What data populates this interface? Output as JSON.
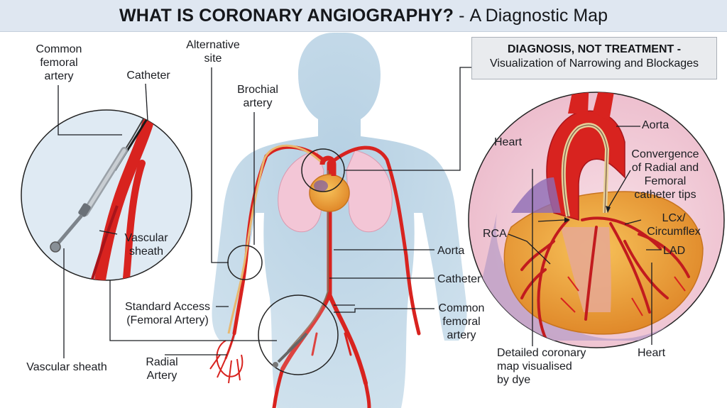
{
  "title": {
    "main": "WHAT IS CORONARY ANGIOGRAPHY?",
    "separator": "-",
    "sub": "A Diagnostic Map"
  },
  "left_inset": {
    "common_femoral_line1": "Common",
    "common_femoral_line2": "femoral",
    "common_femoral_line3": "artery",
    "catheter": "Catheter",
    "vascular_sheath_line1": "Vascular",
    "vascular_sheath_line2": "sheath",
    "vascular_sheath_bottom": "Vascular sheath"
  },
  "body": {
    "alternative_site_line1": "Alternative",
    "alternative_site_line2": "site",
    "brachial_line1": "Brochial",
    "brachial_line2": "artery",
    "standard_access_line1": "Standard Access",
    "standard_access_line2": "(Femoral Artery)",
    "radial_line1": "Radial",
    "radial_line2": "Artery",
    "aorta": "Aorta",
    "catheter": "Catheter",
    "common_femoral_line1": "Common",
    "common_femoral_line2": "femoral",
    "common_femoral_line3": "artery"
  },
  "right_inset": {
    "box_title": "DIAGNOSIS, NOT TREATMENT -",
    "box_sub": "Visualization of Narrowing and Blockages",
    "heart": "Heart",
    "aorta": "Aorta",
    "convergence_line1": "Convergence",
    "convergence_line2": "of Radial and",
    "convergence_line3": "Femoral",
    "convergence_line4": "catheter tips",
    "lcx_line1": "LCx/",
    "lcx_line2": "Circumflex",
    "rca": "RCA",
    "lad": "LAD",
    "map_line1": "Detailed coronary",
    "map_line2": "map visualised",
    "map_line3": "by dye",
    "heart_bottom": "Heart"
  },
  "colors": {
    "artery": "#d8231f",
    "artery_dark": "#a8141a",
    "body_silhouette": "#9fc0d8",
    "title_bar": "#dfe7f1",
    "catheter": "#e8b870",
    "heart": "#f0a43a",
    "lung": "#f3c6d6"
  }
}
